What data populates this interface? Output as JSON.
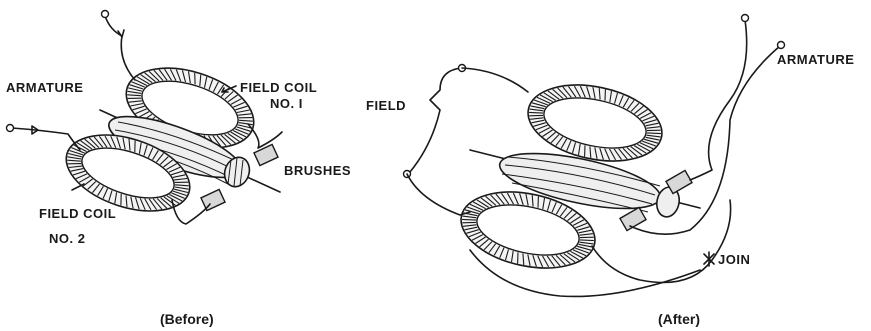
{
  "before": {
    "labels": {
      "armature": "ARMATURE",
      "field_coil_1_line1": "FIELD COIL",
      "field_coil_1_line2": "NO. I",
      "brushes": "BRUSHES",
      "field_coil_2_line1": "FIELD COIL",
      "field_coil_2_line2": "NO. 2"
    },
    "caption": "(Before)"
  },
  "after": {
    "labels": {
      "field": "FIELD",
      "armature": "ARMATURE",
      "join": "JOIN"
    },
    "caption": "(After)"
  }
}
